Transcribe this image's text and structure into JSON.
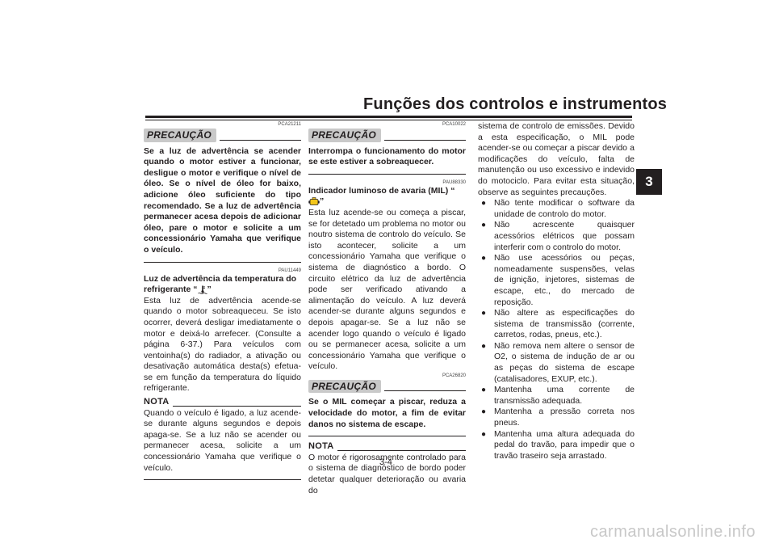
{
  "header": {
    "title": "Funções dos controlos e instrumentos",
    "chapter": "3",
    "page": "3-4"
  },
  "col1": {
    "caution1": {
      "code": "PCA21211",
      "label": "PRECAUÇÃO",
      "text": "Se a luz de advertência se acender quando o motor estiver a funcionar, desligue o motor e verifique o nível de óleo. Se o nível de óleo for baixo, adicione óleo suficiente do tipo recomendado. Se a luz de advertência permanecer acesa depois de adicionar óleo, pare o motor e solicite a um concessionário Yamaha que verifique o veículo."
    },
    "temp": {
      "code": "PAU11449",
      "title_a": "Luz de advertência da temperatura do refrigerante “",
      "title_b": "”",
      "text": "Esta luz de advertência acende-se quando o motor sobreaqueceu. Se isto ocorrer, deverá desligar imediatamente o motor e deixá-lo arrefecer. (Consulte a página 6-37.) Para veículos com ventoinha(s) do radiador, a ativação ou desativação automática desta(s) efetua-se em função da temperatura do líquido refrigerante."
    },
    "nota": {
      "label": "NOTA",
      "text": "Quando o veículo é ligado, a luz acende-se durante alguns segundos e depois apaga-se. Se a luz não se acender ou permanecer acesa, solicite a um concessionário Yamaha que verifique o veículo."
    }
  },
  "col2": {
    "caution1": {
      "code": "PCA10022",
      "label": "PRECAUÇÃO",
      "text": "Interrompa o funcionamento do motor se este estiver a sobreaquecer."
    },
    "mil": {
      "code": "PAU88330",
      "title_a": "Indicador luminoso de avaria (MIL) “",
      "title_b": "”",
      "text": "Esta luz acende-se ou começa a piscar, se for detetado um problema no motor ou noutro sistema de controlo do veículo. Se isto acontecer, solicite a um concessionário Yamaha que verifique o sistema de diagnóstico a bordo. O circuito elétrico da luz de advertência pode ser verificado ativando a alimentação do veículo. A luz deverá acender-se durante alguns segundos e depois apagar-se. Se a luz não se acender logo quando o veículo é ligado ou se permanecer acesa, solicite a um concessionário Yamaha que verifique o veículo."
    },
    "caution2": {
      "code": "PCA26820",
      "label": "PRECAUÇÃO",
      "text": "Se o MIL começar a piscar, reduza a velocidade do motor, a fim de evitar danos no sistema de escape."
    },
    "nota": {
      "label": "NOTA",
      "text": "O motor é rigorosamente controlado para o sistema de diagnóstico de bordo poder detetar qualquer deterioração ou avaria do"
    }
  },
  "col3": {
    "intro": "sistema de controlo de emissões. Devido a esta especificação, o MIL pode acender-se ou começar a piscar devido a modificações do veículo, falta de manutenção ou uso excessivo e indevido do motociclo. Para evitar esta situação, observe as seguintes precauções.",
    "bullets": [
      "Não tente modificar o software da unidade de controlo do motor.",
      "Não acrescente quaisquer acessórios elétricos que possam interferir com o controlo do motor.",
      "Não use acessórios ou peças, nomeadamente suspensões, velas de ignição, injetores, sistemas de escape, etc., do mercado de reposição.",
      "Não altere as especificações do sistema de transmissão (corrente, carretos, rodas, pneus, etc.).",
      "Não remova nem altere o sensor de O2, o sistema de indução de ar ou as peças do sistema de escape (catalisadores, EXUP, etc.).",
      "Mantenha uma corrente de transmissão adequada.",
      "Mantenha a pressão correta nos pneus.",
      "Mantenha uma altura adequada do pedal do travão, para impedir que o travão traseiro seja arrastado."
    ]
  },
  "watermark": "carmanualsonline.info",
  "colors": {
    "text": "#231f20",
    "caution_bg": "#c9c9c9",
    "mil_icon": "#f3c61a"
  }
}
